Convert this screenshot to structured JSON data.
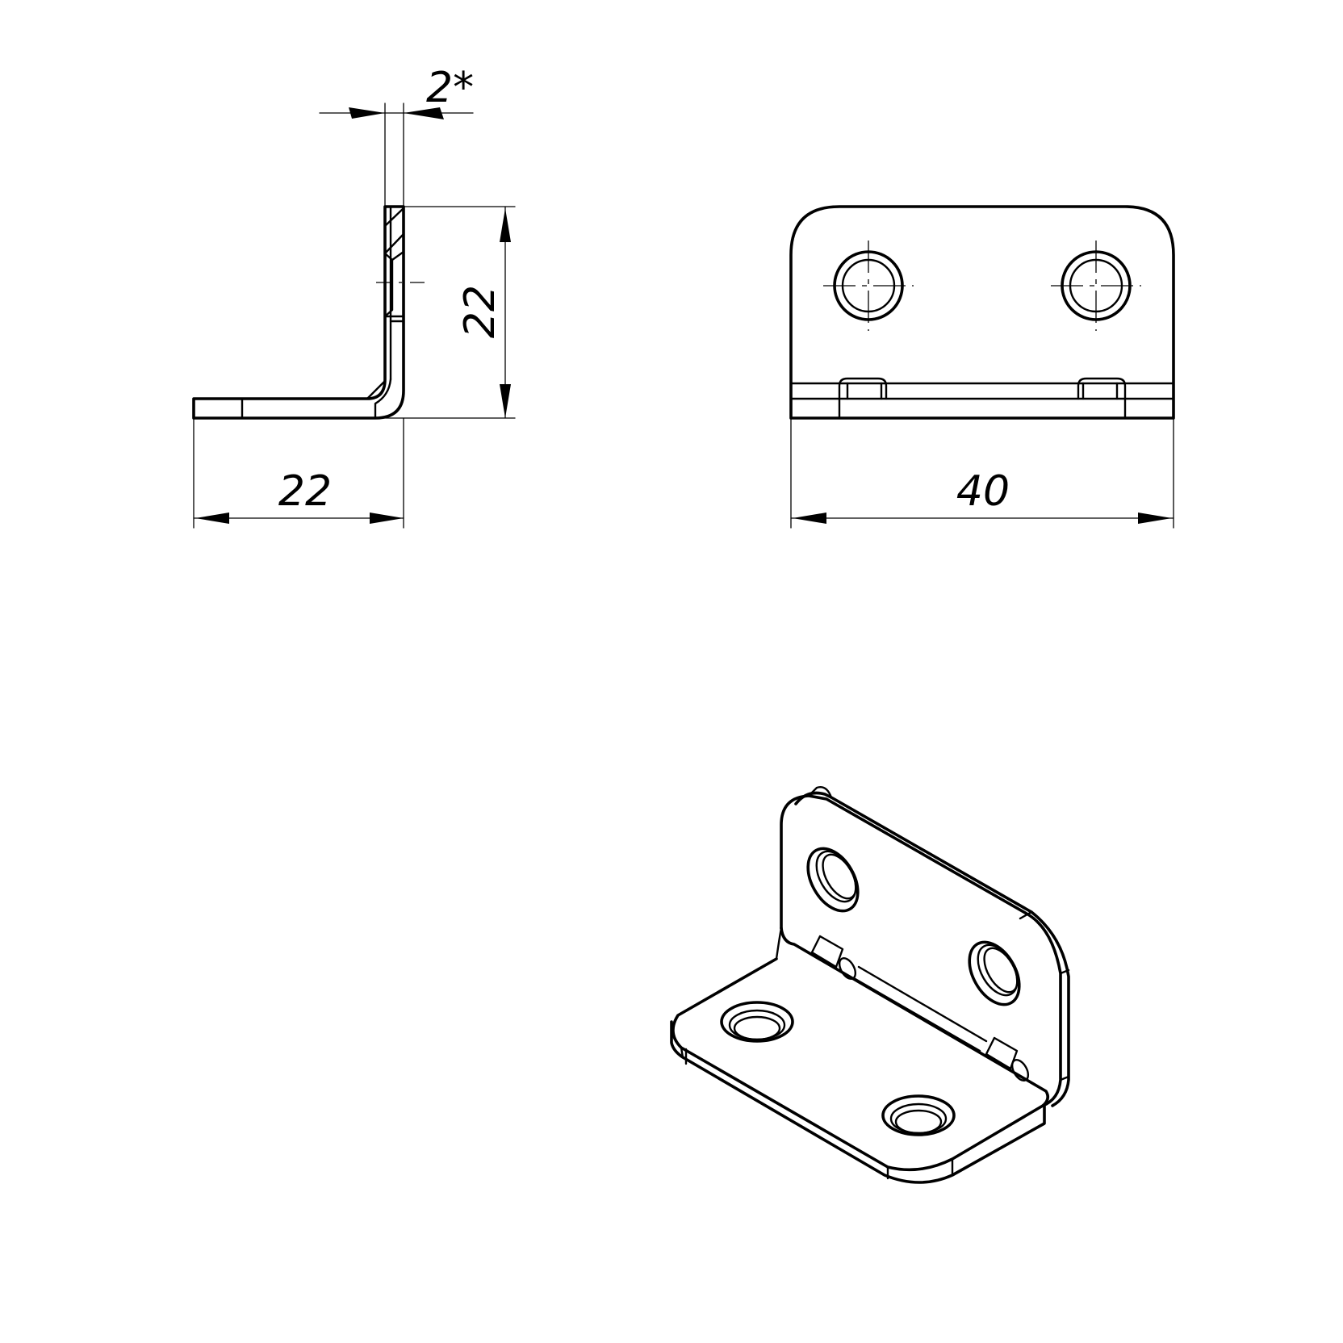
{
  "side_view": {
    "thickness_label": "2*",
    "height_label": "22",
    "width_label": "22"
  },
  "front_view": {
    "length_label": "40"
  }
}
